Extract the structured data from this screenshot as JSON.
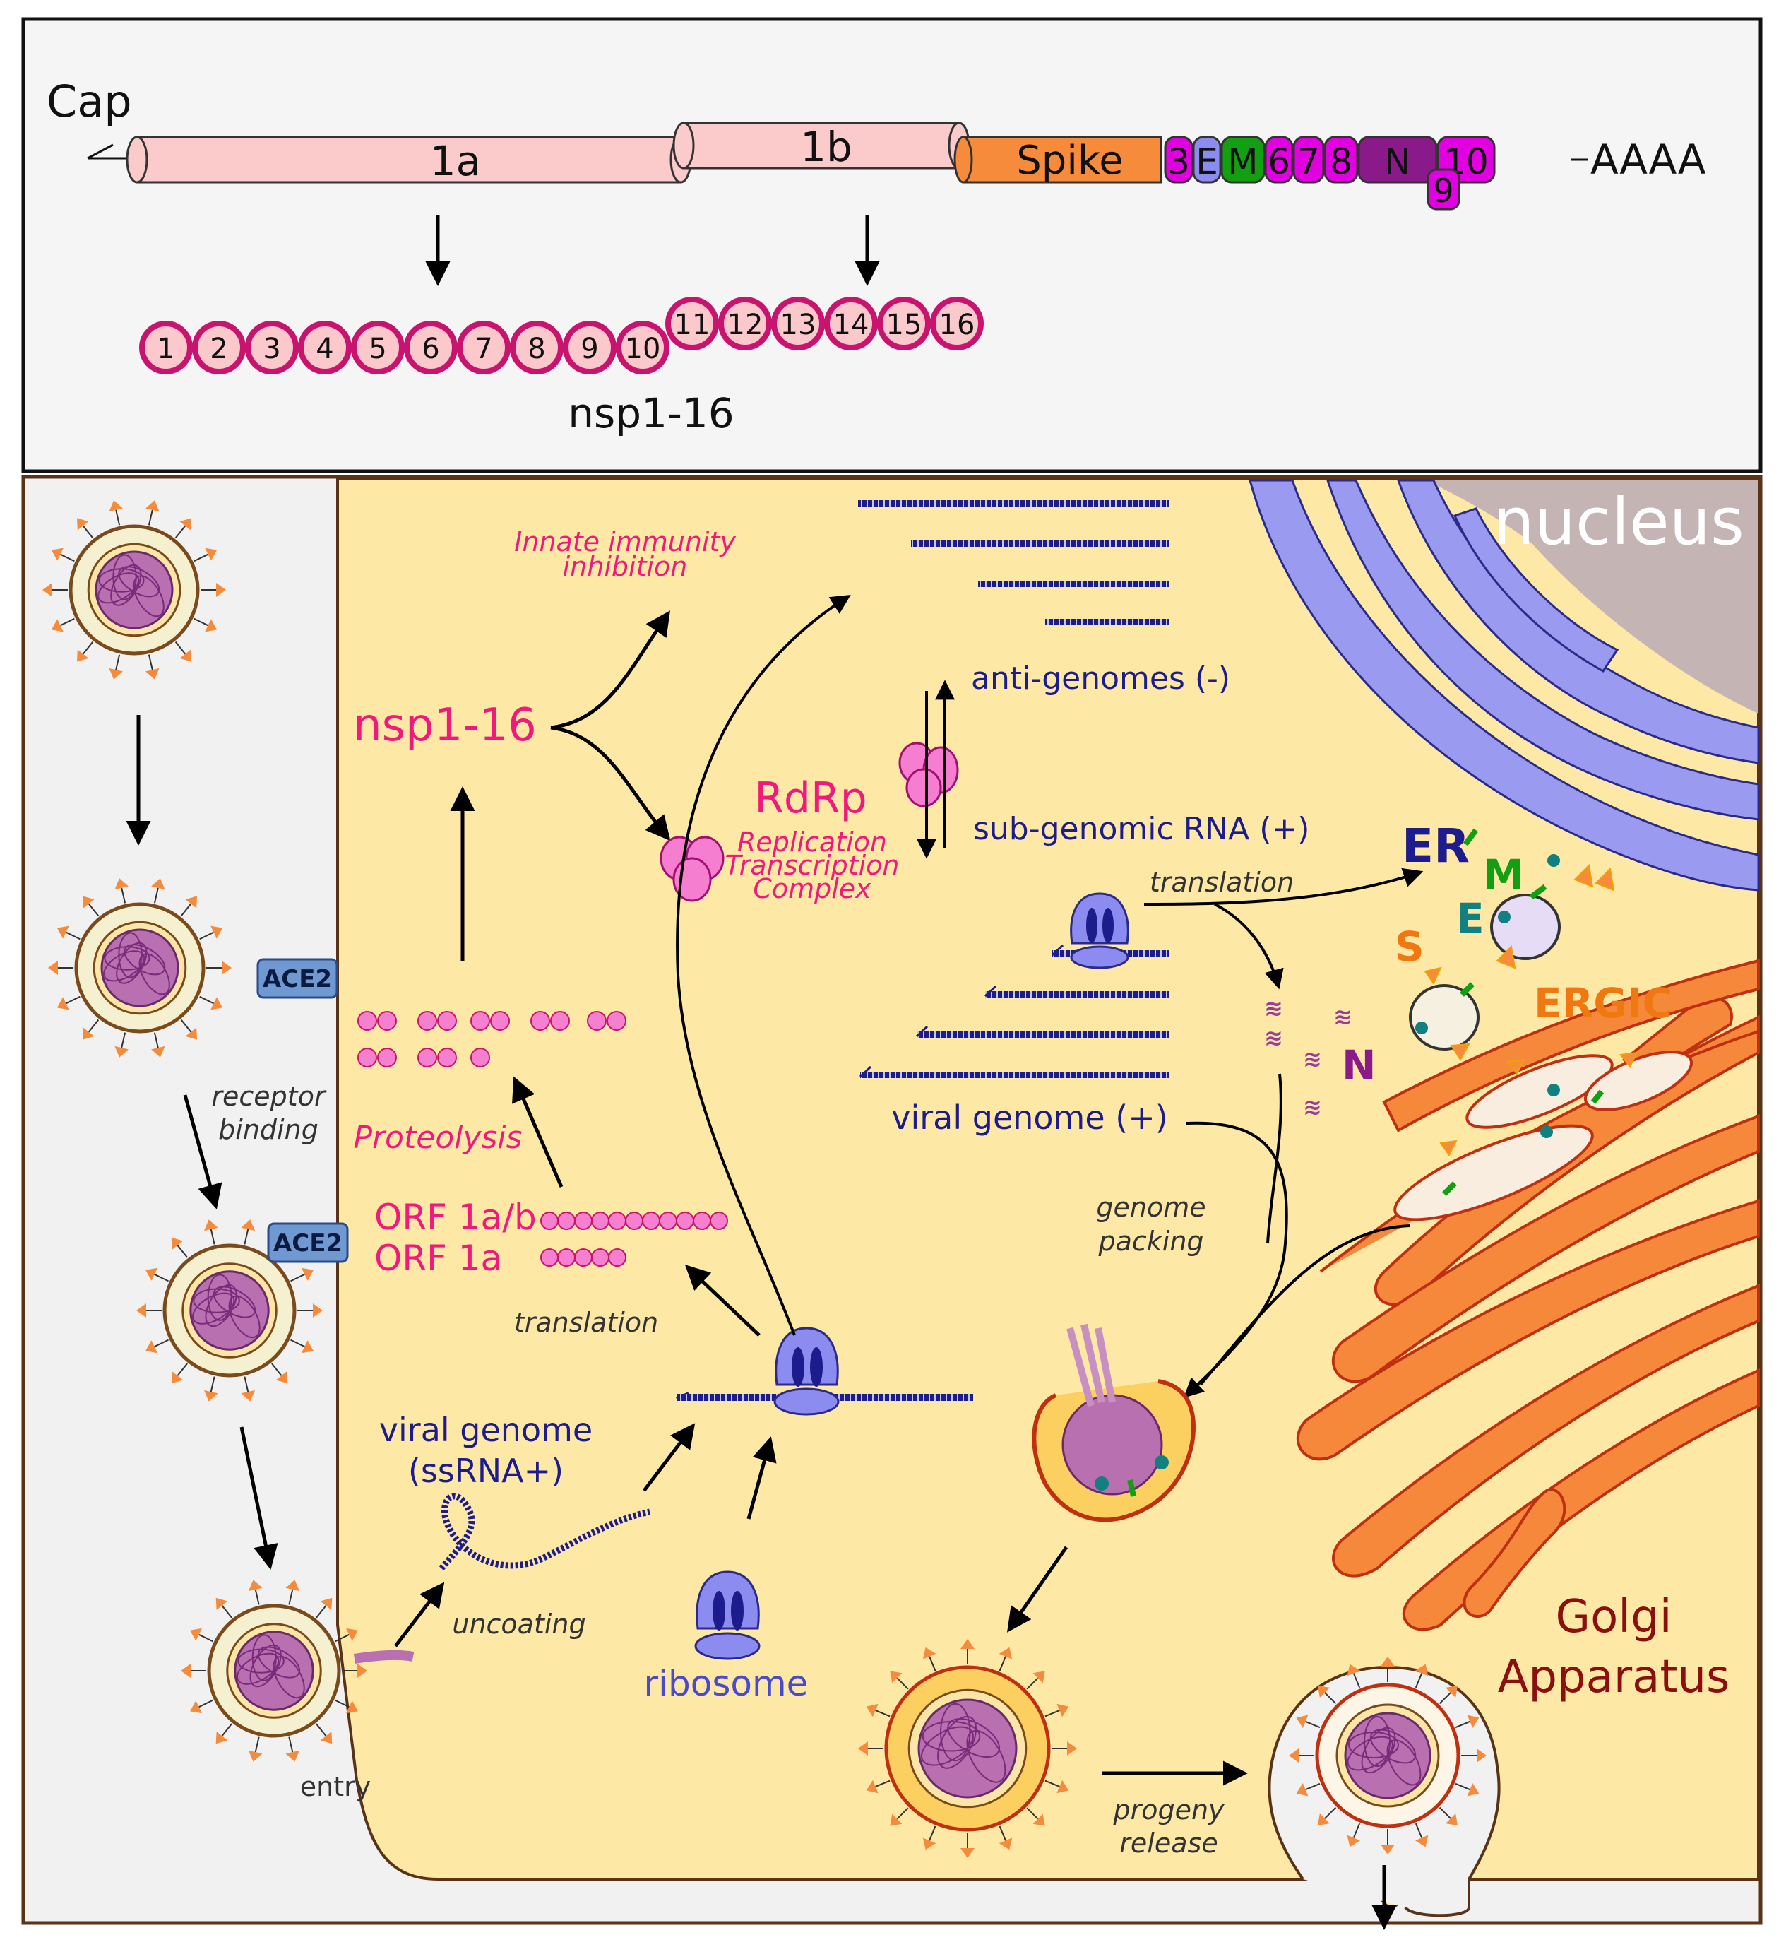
{
  "genome": {
    "cap": "Cap",
    "poly_a": "AAAA",
    "orf_1a": "1a",
    "orf_1b": "1b",
    "spike": "Spike",
    "genes": [
      {
        "label": "3",
        "color": "#e000e0"
      },
      {
        "label": "E",
        "color": "#8c8cf0"
      },
      {
        "label": "M",
        "color": "#12a012"
      },
      {
        "label": "6",
        "color": "#e000e0"
      },
      {
        "label": "7",
        "color": "#e000e0"
      },
      {
        "label": "8",
        "color": "#e000e0"
      },
      {
        "label": "N",
        "color": "#8a1a8a"
      },
      {
        "label": "10",
        "color": "#e000e0"
      }
    ],
    "gene_9": "9",
    "nsp_1a": [
      "1",
      "2",
      "3",
      "4",
      "5",
      "6",
      "7",
      "8",
      "9",
      "10"
    ],
    "nsp_1b": [
      "11",
      "12",
      "13",
      "14",
      "15",
      "16"
    ],
    "nsp_label": "nsp1-16"
  },
  "cell": {
    "nucleus": "nucleus",
    "ace2": "ACE2",
    "receptor_binding": [
      "receptor",
      "binding"
    ],
    "entry": "entry",
    "uncoating": "uncoating",
    "viral_genome_in": [
      "viral genome",
      "(ssRNA+)"
    ],
    "ribosome": "ribosome",
    "translation_1": "translation",
    "orf1ab": "ORF 1a/b",
    "orf1a": "ORF 1a",
    "proteolysis": "Proteolysis",
    "nsp": "nsp1-16",
    "innate": [
      "Innate immunity",
      "inhibition"
    ],
    "rdrp": "RdRp",
    "rtc": [
      "Replication",
      "Transcription",
      "Complex"
    ],
    "anti_genomes": "anti-genomes (-)",
    "sub_genomic": "sub-genomic RNA (+)",
    "translation_2": "translation",
    "viral_genome_plus": "viral genome (+)",
    "er": "ER",
    "m": "M",
    "e": "E",
    "s": "S",
    "ergic": "ERGIC",
    "n": "N",
    "genome_packing": [
      "genome",
      "packing"
    ],
    "golgi": [
      "Golgi",
      "Apparatus"
    ],
    "progeny": [
      "progeny",
      "release"
    ]
  },
  "colors": {
    "pink_text": "#f0197d",
    "navy_text": "#1c1c8c",
    "cytoplasm": "#fde8a6",
    "extracellular": "#f1f1f1",
    "er_blue": "#9a9af0",
    "golgi_orange": "#f6883c",
    "nucleus_grey": "#c4b4b4",
    "nsp_pink": "#fbc8cc",
    "nsp_ring": "#c8146e"
  }
}
